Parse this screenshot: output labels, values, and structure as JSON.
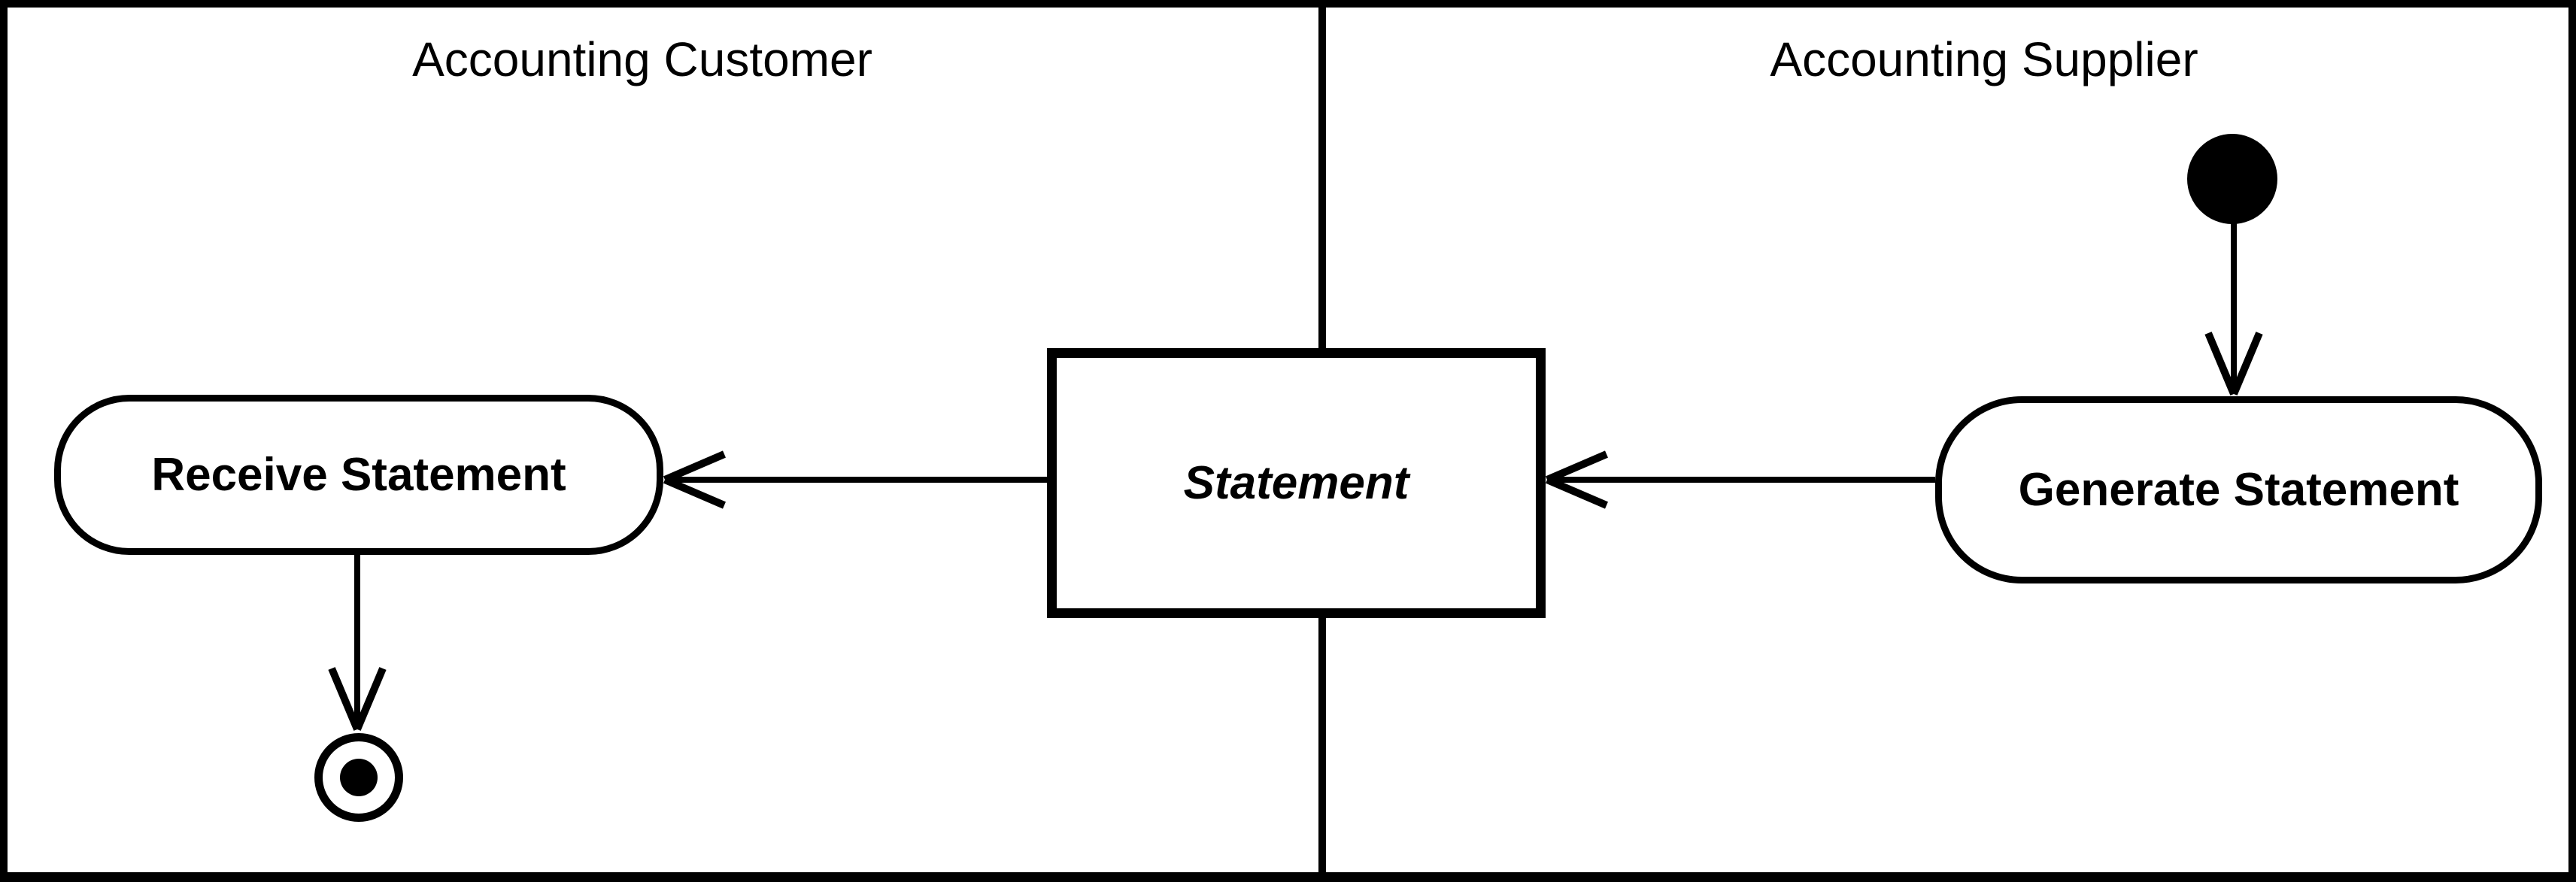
{
  "diagram": {
    "type": "uml-activity-swimlane",
    "lanes": [
      {
        "id": "accounting-customer",
        "title": "Accounting Customer"
      },
      {
        "id": "accounting-supplier",
        "title": "Accounting Supplier"
      }
    ],
    "nodes": {
      "initial": {
        "type": "initial-state",
        "label": "",
        "lane": "accounting-supplier"
      },
      "generate": {
        "type": "action",
        "label": "Generate Statement",
        "lane": "accounting-supplier"
      },
      "statement": {
        "type": "object",
        "label": "Statement",
        "lane": "spans-divider"
      },
      "receive": {
        "type": "action",
        "label": "Receive Statement",
        "lane": "accounting-customer"
      },
      "final": {
        "type": "final-state",
        "label": "",
        "lane": "accounting-customer"
      }
    },
    "edges": [
      {
        "from": "initial",
        "to": "generate",
        "direction": "down"
      },
      {
        "from": "generate",
        "to": "statement",
        "direction": "left"
      },
      {
        "from": "statement",
        "to": "receive",
        "direction": "left"
      },
      {
        "from": "receive",
        "to": "final",
        "direction": "down"
      }
    ],
    "colors": {
      "stroke": "#000000",
      "fill": "#ffffff"
    }
  }
}
